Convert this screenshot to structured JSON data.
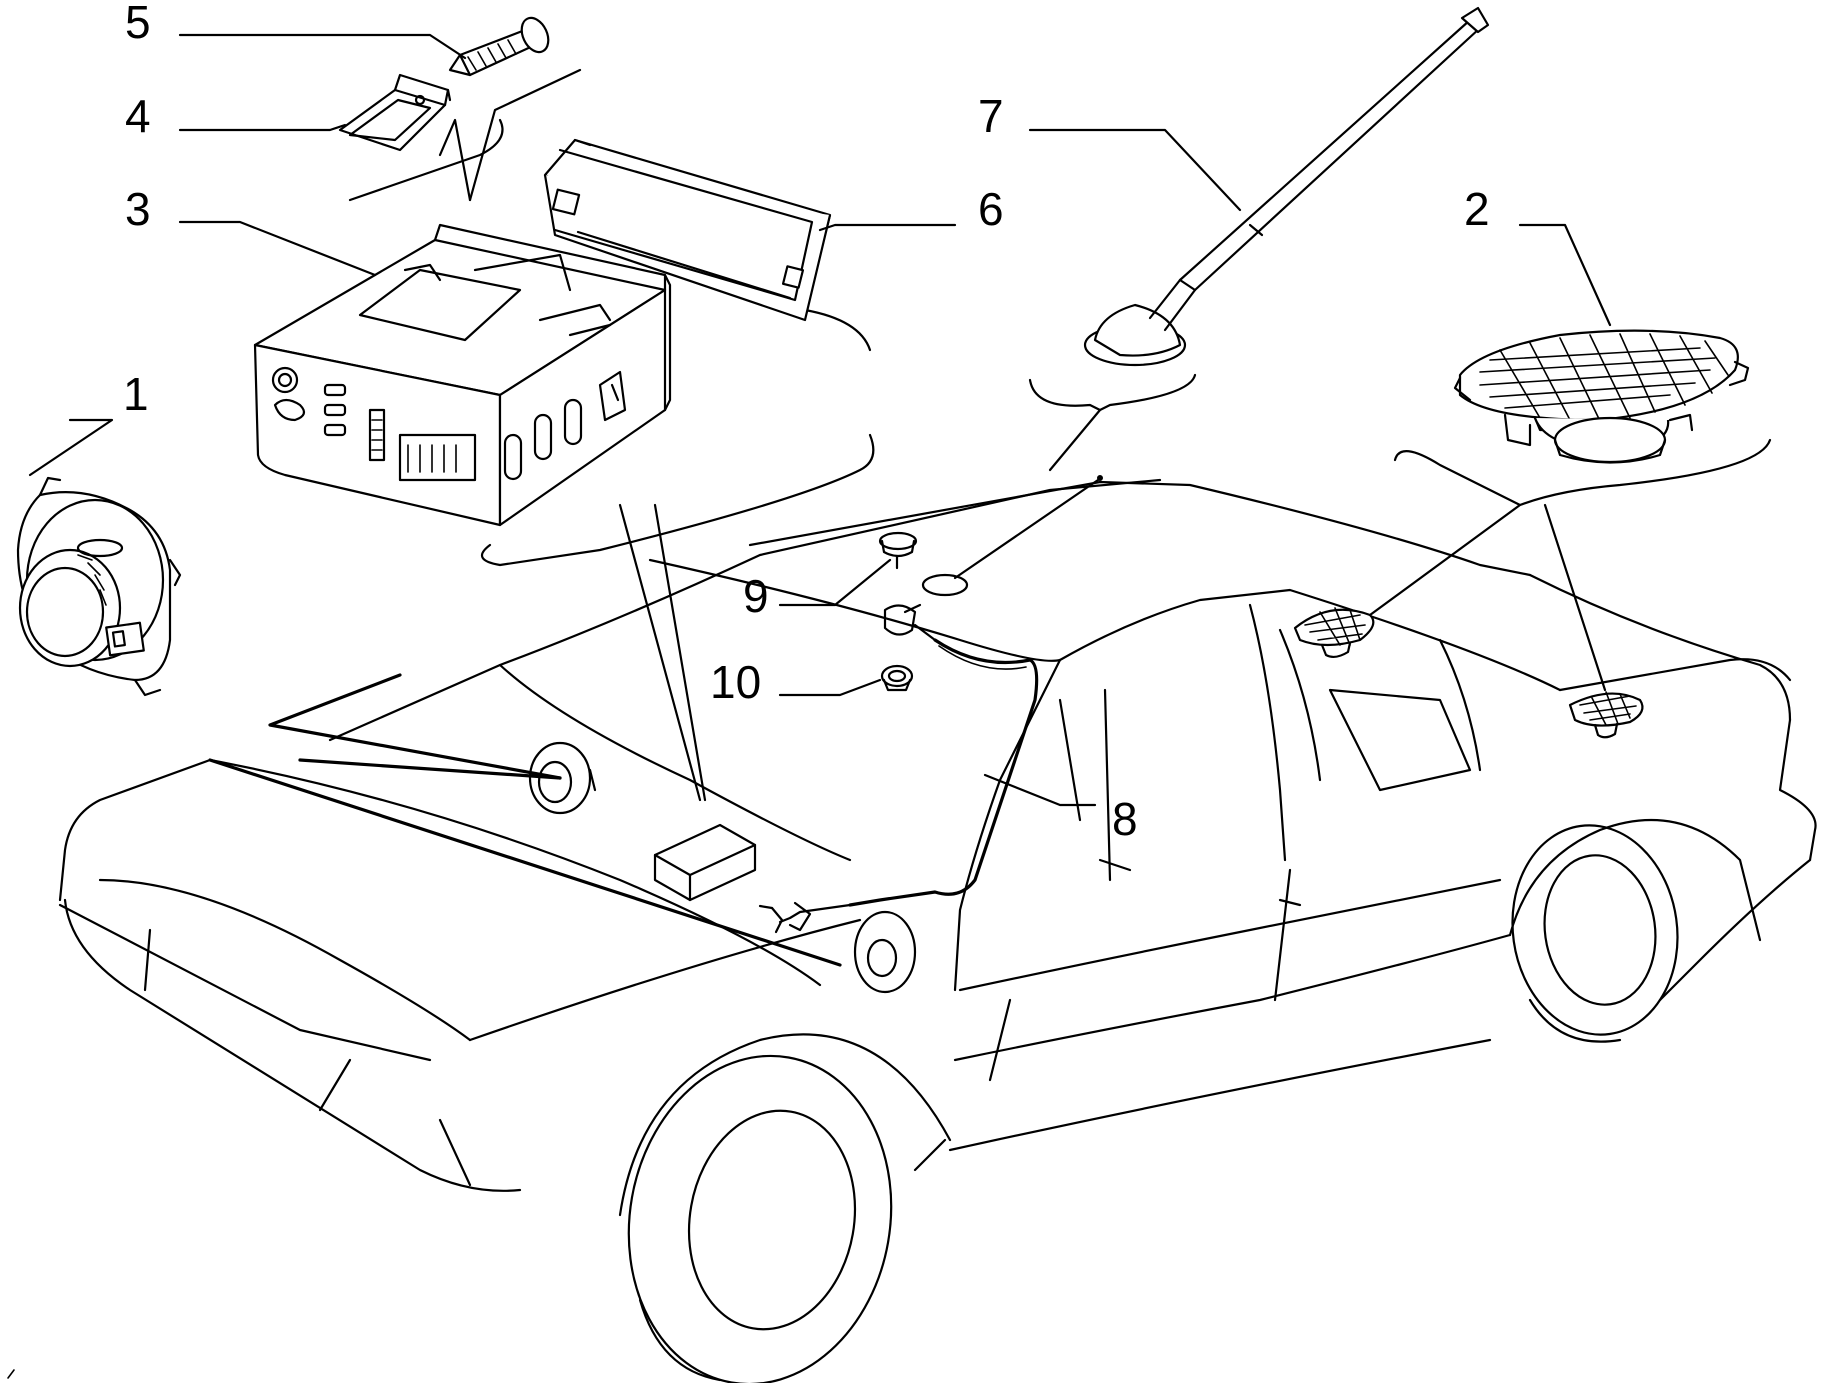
{
  "callouts": {
    "c1": "1",
    "c2": "2",
    "c3": "3",
    "c4": "4",
    "c5": "5",
    "c6": "6",
    "c7": "7",
    "c8": "8",
    "c9": "9",
    "c10": "10"
  },
  "parts": {
    "p1": "front-door-speaker-icon",
    "p2": "rear-shelf-speaker-icon",
    "p3": "radio-unit-icon",
    "p4": "mounting-bracket-icon",
    "p5": "screw-icon",
    "p6": "radio-front-panel-icon",
    "p7": "antenna-mast-icon",
    "p8": "antenna-cable-icon",
    "p9": "antenna-grommet-icon",
    "p10": "antenna-nut-icon"
  },
  "colors": {
    "line": "#000000",
    "background": "#ffffff"
  }
}
